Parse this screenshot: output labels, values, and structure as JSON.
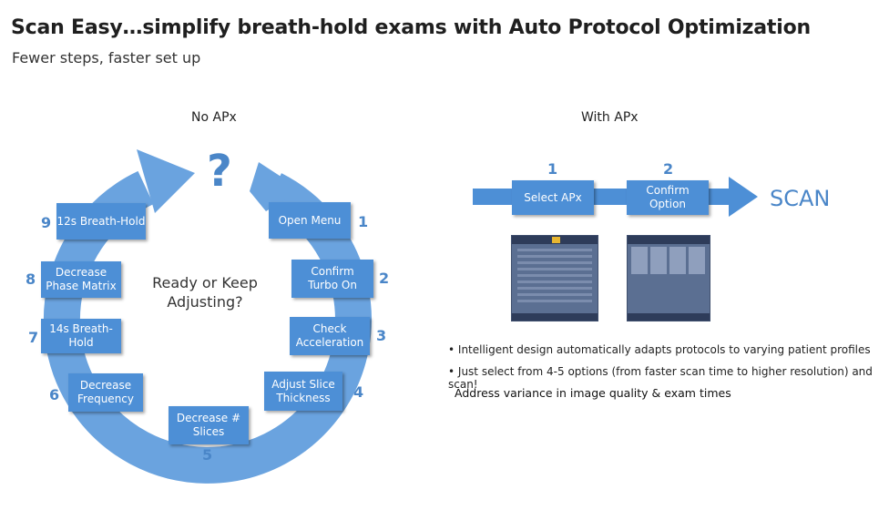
{
  "title": "Scan Easy…simplify breath-hold exams with Auto Protocol Optimization",
  "subtitle": "Fewer steps, faster set up",
  "no_apx": {
    "heading": "No APx",
    "question_mark": "?",
    "center_text_line1": "Ready or Keep",
    "center_text_line2": "Adjusting?",
    "steps": [
      {
        "num": "1",
        "line1": "Open Menu",
        "line2": ""
      },
      {
        "num": "2",
        "line1": "Confirm",
        "line2": "Turbo On"
      },
      {
        "num": "3",
        "line1": "Check",
        "line2": "Acceleration"
      },
      {
        "num": "4",
        "line1": "Adjust Slice",
        "line2": "Thickness"
      },
      {
        "num": "5",
        "line1": "Decrease #",
        "line2": "Slices"
      },
      {
        "num": "6",
        "line1": "Decrease",
        "line2": "Frequency"
      },
      {
        "num": "7",
        "line1": "14s Breath-Hold",
        "line2": ""
      },
      {
        "num": "8",
        "line1": "Decrease",
        "line2": "Phase Matrix"
      },
      {
        "num": "9",
        "line1": "12s Breath-Hold",
        "line2": ""
      }
    ]
  },
  "with_apx": {
    "heading": "With APx",
    "steps": [
      {
        "num": "1",
        "label": "Select APx"
      },
      {
        "num": "2",
        "label": "Confirm Option"
      }
    ],
    "scan_label": "SCAN",
    "bullets": [
      "Intelligent design automatically adapts protocols to varying patient profiles",
      "Just select from 4-5 options (from faster scan time to higher resolution) and scan!"
    ],
    "bold_line": "Address variance in image quality & exam times"
  },
  "colors": {
    "accent": "#4d8fd6",
    "ring": "#6aa3df",
    "number": "#4a86c8"
  }
}
